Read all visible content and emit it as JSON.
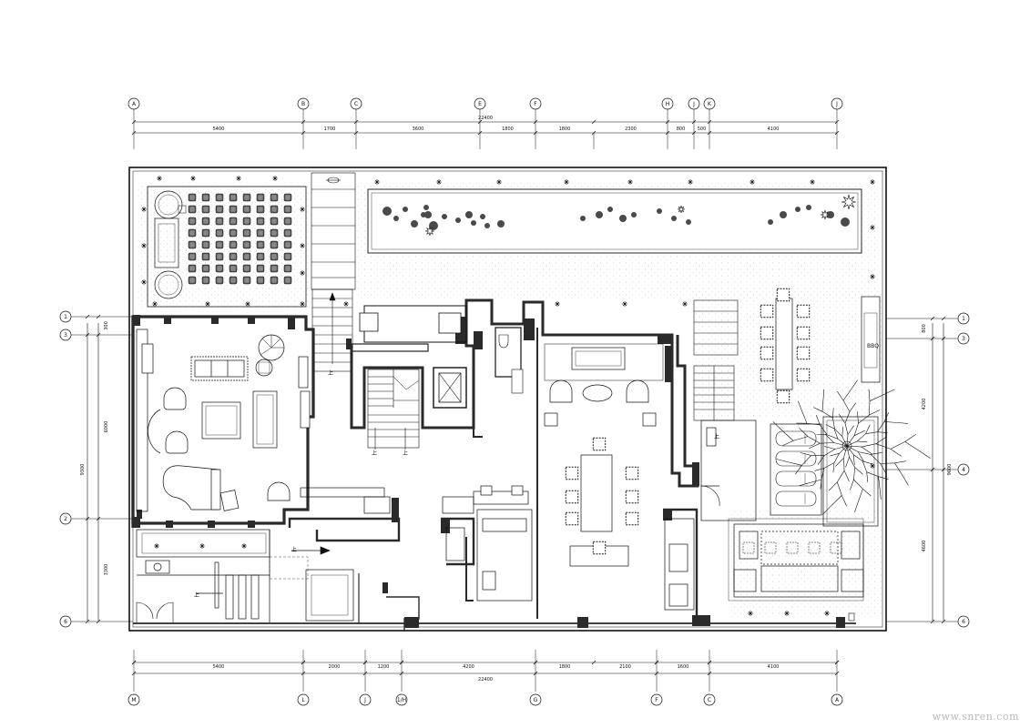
{
  "watermark": "www.snren.com",
  "top_axes": [
    "A",
    "B",
    "C",
    "E",
    "F",
    "H",
    "J",
    "K",
    "J"
  ],
  "top_dims": [
    "5400",
    "1700",
    "3600",
    "1800",
    "1800",
    "2300",
    "800",
    "500",
    "4100"
  ],
  "top_total": "22400",
  "bottom_axes": [
    "M",
    "L",
    "J",
    "1/H",
    "G",
    "F",
    "C",
    "A"
  ],
  "bottom_dims": [
    "5400",
    "2000",
    "1200",
    "4200",
    "1800",
    "2100",
    "1600",
    "4100"
  ],
  "bottom_total": "22400",
  "left_axes": [
    "1",
    "3",
    "2",
    "6"
  ],
  "left_dims": [
    "300",
    "6000",
    "3300"
  ],
  "left_total": "9300",
  "right_axes": [
    "1",
    "3",
    "4",
    "6"
  ],
  "right_dims": [
    "800",
    "4200",
    "4600"
  ],
  "right_total": "9600",
  "labels": {
    "bbq": "BBQ",
    "up_1": "上",
    "up_2": "上",
    "up_3": "上",
    "up_4": "上",
    "up_5": "上",
    "up_6": "上"
  },
  "colors": {
    "line": "#111111",
    "wall": "#2a2a2a",
    "paving": "#bdbdbd",
    "shrub": "#4a4a4a",
    "watermark": "#b8b8b8"
  }
}
